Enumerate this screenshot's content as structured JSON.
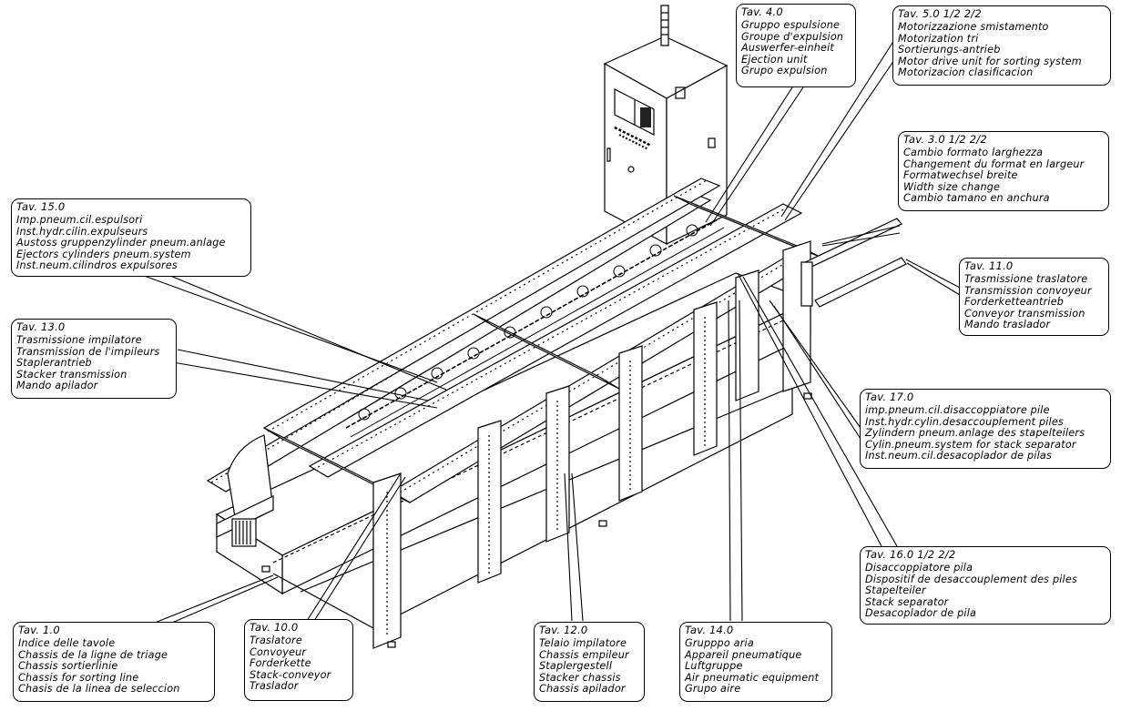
{
  "diagram": {
    "subject": "Sorting line / stacker machine isometric assembly drawing",
    "colors": {
      "ink": "#000000",
      "paper": "#ffffff"
    },
    "callouts": [
      {
        "id": "tav-4-0",
        "ref": "Tav. 4.0",
        "lines": [
          "Gruppo espulsione",
          "Groupe d'expulsion",
          "Auswerfer-einheit",
          "Ejection unit",
          "Grupo expulsion"
        ]
      },
      {
        "id": "tav-5-0",
        "ref": "Tav. 5.0 1/2 2/2",
        "lines": [
          "Motorizzazione smistamento",
          "Motorization tri",
          "Sortierungs-antrieb",
          "Motor drive unit for sorting system",
          "Motorizacion clasificacion"
        ]
      },
      {
        "id": "tav-3-0",
        "ref": "Tav. 3.0 1/2 2/2",
        "lines": [
          "Cambio formato larghezza",
          "Changement du format en largeur",
          "Formatwechsel breite",
          "Width size change",
          "Cambio tamano en anchura"
        ]
      },
      {
        "id": "tav-11-0",
        "ref": "Tav. 11.0",
        "lines": [
          "Trasmissione traslatore",
          "Transmission convoyeur",
          "Forderketteantrieb",
          "Conveyor transmission",
          "Mando traslador"
        ]
      },
      {
        "id": "tav-15-0",
        "ref": "Tav. 15.0",
        "lines": [
          "Imp.pneum.cil.espulsori",
          "Inst.hydr.cilin.expulseurs",
          "Austoss gruppenzylinder pneum.anlage",
          "Ejectors cylinders pneum.system",
          "Inst.neum.cilindros expulsores"
        ]
      },
      {
        "id": "tav-13-0",
        "ref": "Tav. 13.0",
        "lines": [
          "Trasmissione impilatore",
          "Transmission de l'impileurs",
          "Staplerantrieb",
          "Stacker transmission",
          "Mando apilador"
        ]
      },
      {
        "id": "tav-17-0",
        "ref": "Tav. 17.0",
        "lines": [
          "imp.pneum.cil.disaccoppiatore pile",
          "Inst.hydr.cylin.desaccouplement piles",
          "Zylindern pneum.anlage des stapelteilers",
          "Cylin.pneum.system for stack separator",
          "Inst.neum.cil.desacoplador de pilas"
        ]
      },
      {
        "id": "tav-16-0",
        "ref": "Tav. 16.0 1/2 2/2",
        "lines": [
          "Disaccoppiatore pila",
          "Dispositif de desaccouplement des piles",
          "Stapelteiler",
          "Stack separator",
          "Desacoplador de pila"
        ]
      },
      {
        "id": "tav-1-0",
        "ref": "Tav. 1.0",
        "lines": [
          "Indice delle tavole",
          "Chassis de la ligne de triage",
          "Chassis sortierlinie",
          "Chassis for sorting line",
          "Chasis de la linea de seleccion"
        ]
      },
      {
        "id": "tav-10-0",
        "ref": "Tav. 10.0",
        "lines": [
          "Traslatore",
          "Convoyeur",
          "Forderkette",
          "Stack-conveyor",
          "Traslador"
        ]
      },
      {
        "id": "tav-12-0",
        "ref": "Tav. 12.0",
        "lines": [
          "Telaio impilatore",
          "Chassis empileur",
          "Staplergestell",
          "Stacker chassis",
          "Chassis apilador"
        ]
      },
      {
        "id": "tav-14-0",
        "ref": "Tav. 14.0",
        "lines": [
          "Grupppo aria",
          "Appareil pneumatique",
          "Luftgruppe",
          "Air pneumatic equipment",
          "Grupo aire"
        ]
      }
    ]
  }
}
